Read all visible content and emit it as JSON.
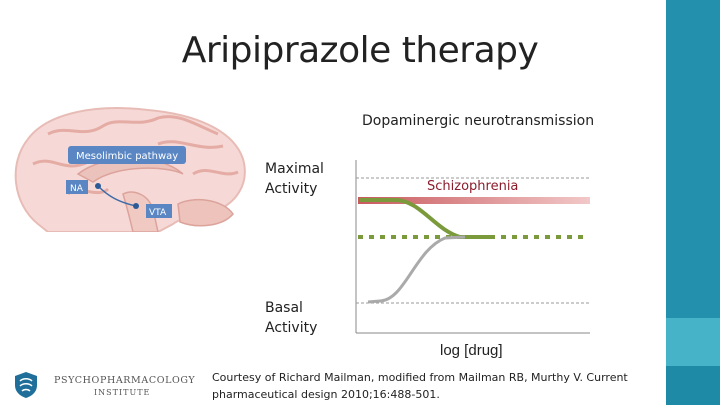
{
  "slide": {
    "title": "Aripiprazole therapy",
    "chart_title": "Dopaminergic neurotransmission",
    "label_maximal": "Maximal Activity",
    "label_basal": "Basal Activity",
    "x_axis_label": "log [drug]",
    "credit": "Courtesy of Richard Mailman, modified from Mailman RB, Murthy V. Current pharmaceutical design 2010;16:488-501."
  },
  "brain": {
    "pathway_label": "Mesolimbic pathway",
    "na_label": "NA",
    "vta_label": "VTA"
  },
  "logo": {
    "line1": "PSYCHOPHARMACOLOGY",
    "line2": "INSTITUTE"
  },
  "chart_data": {
    "type": "line",
    "xlabel": "log [drug]",
    "annotations": [
      "Schizophrenia"
    ],
    "y_levels": {
      "maximal": "Maximal Activity",
      "basal": "Basal Activity"
    },
    "series": [
      {
        "color": "#7a9a3c",
        "style": "solid",
        "shape": "descending sigmoid from schizophrenia level to aripiprazole plateau"
      },
      {
        "color": "#7a9a3c",
        "style": "dotted",
        "shape": "horizontal plateau"
      },
      {
        "color": "#aaaaaa",
        "style": "solid",
        "shape": "ascending sigmoid from basal level to aripiprazole plateau"
      }
    ]
  },
  "colors": {
    "accent_bar": "#2a9bb6",
    "schizophrenia_band": "#d9797c",
    "schizophrenia_text": "#8b1d2c",
    "green_curve": "#7a9a3c",
    "gray_curve": "#aaaaaa",
    "pathway_box": "#5a87c4"
  }
}
